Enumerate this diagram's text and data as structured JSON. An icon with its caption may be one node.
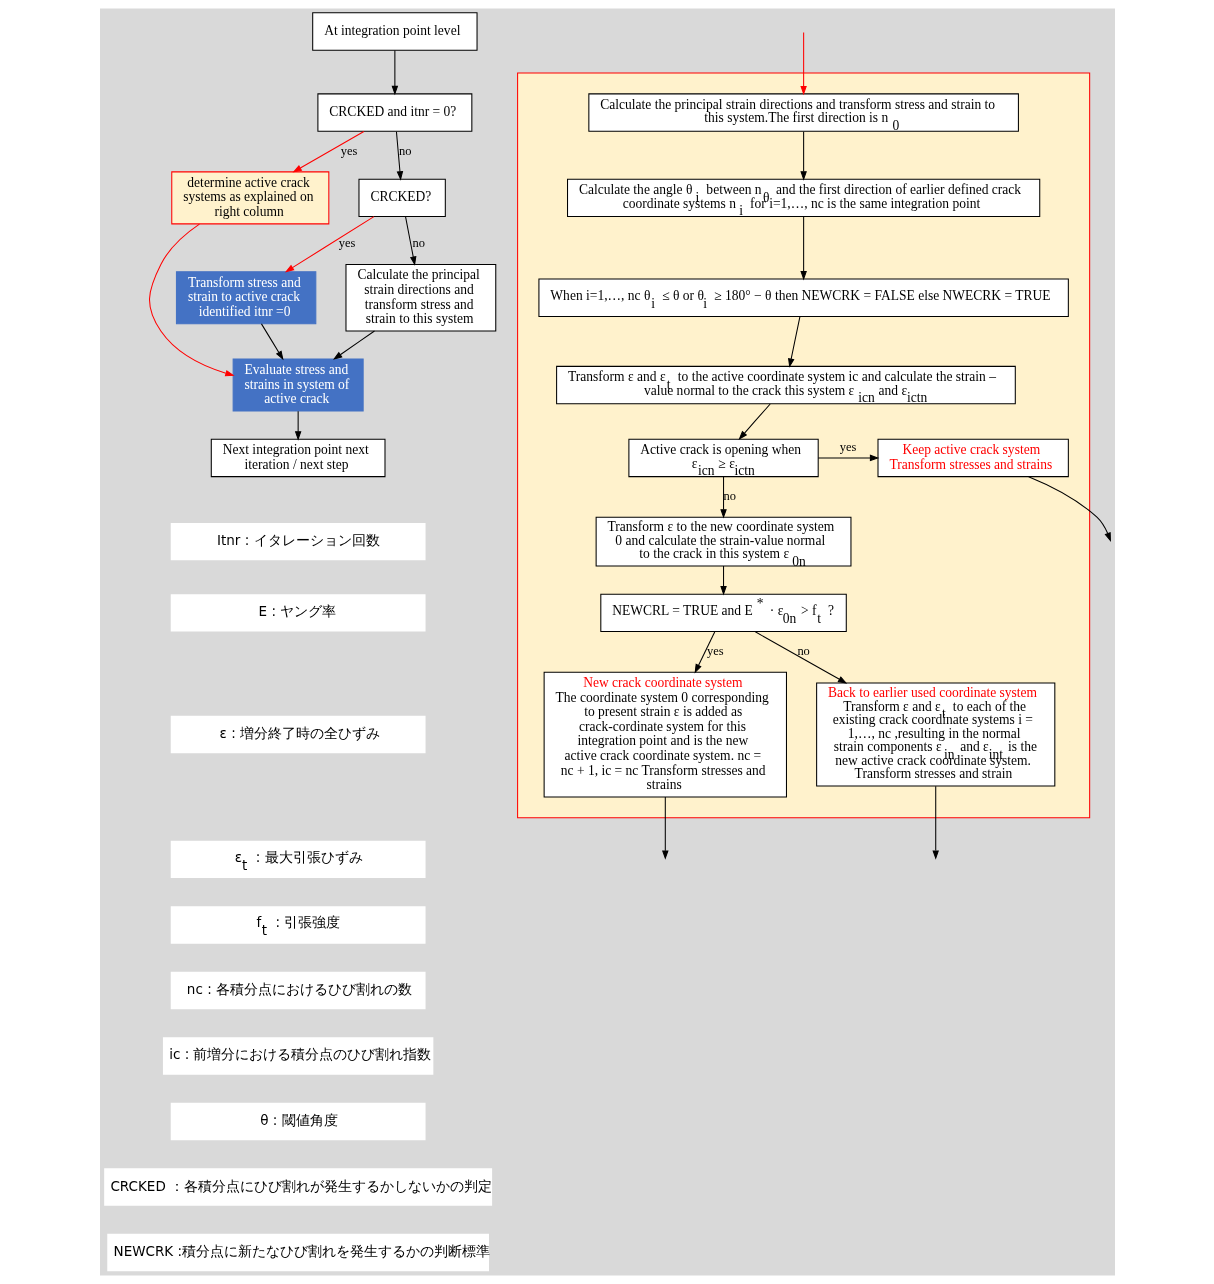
{
  "diagram": {
    "nodes": [
      {
        "text": [
          "At integration point level"
        ]
      },
      {
        "text": [
          "CRCKED and itnr = 0?"
        ]
      },
      {
        "text": [
          "determine active crack systems as explained on right column"
        ]
      },
      {
        "text": [
          "CRCKED?"
        ]
      },
      {
        "text": [
          "Transform stress and strain to active crack identified itnr =0"
        ]
      },
      {
        "text": [
          "Calculate the principal strain directions and transform stress and strain to this system"
        ]
      },
      {
        "text": [
          "Evaluate stress and strains in system of active crack"
        ]
      },
      {
        "text": [
          "Next integration point next iteration / next step"
        ]
      },
      {
        "text": [],
        "shape": "box"
      },
      {
        "text": [
          "Calculate the principal strain directions and transform stress and strain to this system.The first direction is n$_{0}$"
        ],
        "in": 8
      },
      {
        "text": [
          "Calculate the angle θ$_{i}$ between n$_{θ}$ and the first direction of earlier defined crack coordinate systems n$_{i}$ for i=1,…, nc is the same integration point"
        ],
        "in": 8
      },
      {
        "text": [
          "When i=1,…, nc θ$_{i}$ ≤ θ or θ$_{i}$ ≥ 180° − θ then NEWCRK = FALSE else NWECRK = TRUE"
        ],
        "in": 8
      },
      {
        "text": [
          "Transform ε and ε$_{t}$ to the active coordinate system ic and calculate the strain – value normal to the crack this system ε$_{icn}$ and ε$_{ictn}$"
        ],
        "in": 8
      },
      {
        "text": [
          "Active crack is opening when ε$_{icn}$ ≥ ε$_{ictn}$"
        ],
        "in": 8
      },
      {
        "text": [
          "Keep active crack system Transform stresses and strains"
        ],
        "in": 8
      },
      {
        "text": [
          "Transform ε to the new coordinate system 0 and calculate the strain-value normal to the crack in this system ε$_{0n}$"
        ],
        "in": 8
      },
      {
        "text": [
          "NEWCRL = TRUE and E$^{*}$ · ε$_{0n}$ > f$_{t}$ ?"
        ],
        "in": 8
      },
      {
        "text": [
          "New crack coordinate system",
          "The coordinate system 0 corresponding to present strain ε is added as crack-cordinate system for this integration point and is the new active crack coordinate system. nc = nc + 1, ic = nc Transform stresses and strains"
        ],
        "in": 8
      },
      {
        "text": [
          "Back to earlier used coordinate system",
          "Transform ε and ε$_{t}$ to each of the existing crack coordinate systems i = 1,…, nc ,resulting in the normal strain components ε$_{in}$ and ε$_{int}$ is the new active crack coordinate system. Transform stresses and strain"
        ],
        "in": 8
      }
    ],
    "edges": [
      {
        "from": 0,
        "to": 1,
        "arrow": "to"
      },
      {
        "from": 1,
        "to": 2,
        "arrow": "to",
        "label": "yes",
        "color": "#ff0000"
      },
      {
        "from": 1,
        "to": 3,
        "arrow": "to",
        "label": "no"
      },
      {
        "from": 2,
        "to": 6,
        "arrow": "to",
        "color": "#ff0000"
      },
      {
        "from": 3,
        "to": 4,
        "arrow": "to",
        "label": "yes",
        "color": "#ff0000"
      },
      {
        "from": 3,
        "to": 5,
        "arrow": "to",
        "label": "no"
      },
      {
        "from": 4,
        "to": 6,
        "arrow": "to"
      },
      {
        "from": 5,
        "to": 6,
        "arrow": "to"
      },
      {
        "from": 6,
        "to": 7,
        "arrow": "to"
      },
      {
        "from": null,
        "to": 9,
        "arrow": "to",
        "color": "#ff0000"
      },
      {
        "from": 9,
        "to": 10,
        "arrow": "to"
      },
      {
        "from": 10,
        "to": 11,
        "arrow": "to"
      },
      {
        "from": 11,
        "to": 12,
        "arrow": "to"
      },
      {
        "from": 12,
        "to": 13,
        "arrow": "to"
      },
      {
        "from": 13,
        "to": 14,
        "arrow": "to",
        "label": "yes"
      },
      {
        "from": 13,
        "to": 15,
        "arrow": "to",
        "label": "no"
      },
      {
        "from": 15,
        "to": 16,
        "arrow": "to"
      },
      {
        "from": 16,
        "to": 17,
        "arrow": "to",
        "label": "yes"
      },
      {
        "from": 16,
        "to": 18,
        "arrow": "to",
        "label": "no"
      },
      {
        "from": 14,
        "to": null,
        "arrow": "to"
      },
      {
        "from": 17,
        "to": null,
        "arrow": "to"
      },
      {
        "from": 18,
        "to": null,
        "arrow": "to"
      }
    ],
    "labels": [
      "Itnr : イタレーション回数",
      "E : ヤング率",
      "ε : 増分終了時の全ひずみ",
      "ε$_{t}$ : 最大引張ひずみ",
      "f$_{t}$ : 引張強度",
      "nc : 各積分点におけるひび割れの数",
      "ic : 前増分における積分点のひび割れ指数",
      "θ : 閾値角度",
      "CRCKED ：各積分点にひび割れが発生するかしないかの判定",
      "NEWCRK :積分点に新たなひび割れを発生するかの判断標準"
    ]
  }
}
